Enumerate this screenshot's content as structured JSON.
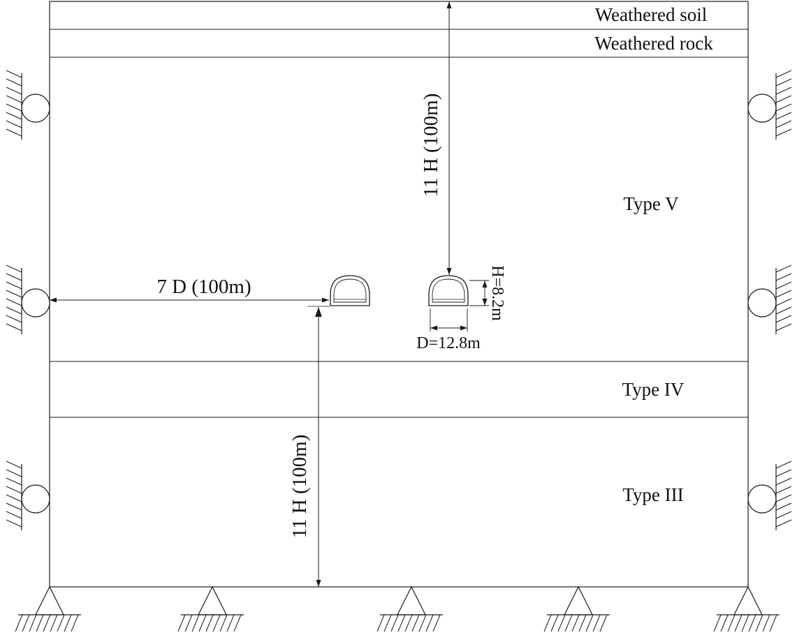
{
  "layers": [
    {
      "key": "weathered_soil",
      "label": "Weathered soil"
    },
    {
      "key": "weathered_rock",
      "label": "Weathered rock"
    },
    {
      "key": "type_v",
      "label": "Type V"
    },
    {
      "key": "type_iv",
      "label": "Type IV"
    },
    {
      "key": "type_iii",
      "label": "Type III"
    }
  ],
  "dimensions": {
    "top_depth": "11 H (100m)",
    "bottom_depth": "11 H (100m)",
    "lateral_width": "7 D (100m)",
    "tunnel_height": "H=8.2m",
    "tunnel_diameter": "D=12.8m"
  },
  "colors": {
    "line": "#1a1a1a",
    "background": "#ffffff"
  }
}
